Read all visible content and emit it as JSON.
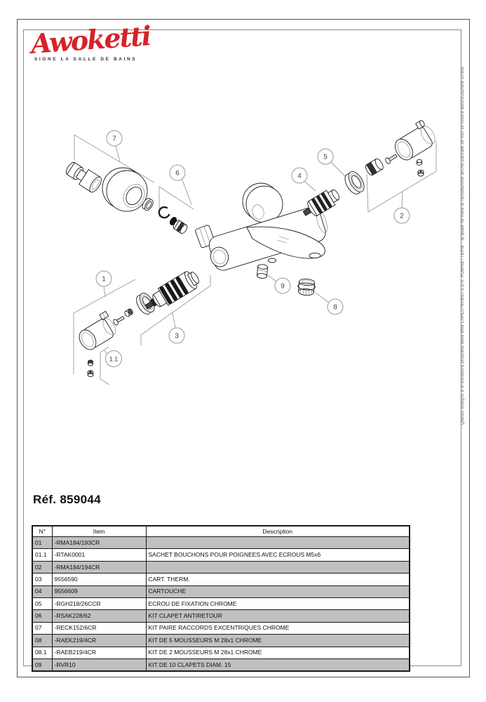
{
  "logo": {
    "script": "Awoketti",
    "tagline": "SIGNE LA SALLE DE BAINS",
    "brand_color": "#d5232a"
  },
  "side_note": "Questo disegno è di esclusiva proprietà della ditta CARLO NOBILI S.p.A. RUBINETTERIE - la quale ne vieta la riproduzione anche parziale se non su nostra autorizzazione scritta",
  "reference": "Réf. 859044",
  "diagram": {
    "callouts": [
      {
        "label": "1"
      },
      {
        "label": "1.1"
      },
      {
        "label": "2"
      },
      {
        "label": "3"
      },
      {
        "label": "4"
      },
      {
        "label": "5"
      },
      {
        "label": "6"
      },
      {
        "label": "7"
      },
      {
        "label": "8"
      },
      {
        "label": "9"
      }
    ]
  },
  "parts_table": {
    "columns": [
      "N°",
      "Item",
      "Description"
    ],
    "shaded_row_color": "#c0c0c0",
    "rows": [
      {
        "n": "01",
        "item": "-RMA184/193CR",
        "description": "",
        "shaded": true
      },
      {
        "n": "01.1",
        "item": "-RTAK0001",
        "description": "SACHET BOUCHONS POUR POIGNEES AVEC ECROUS M5x6",
        "shaded": false
      },
      {
        "n": "02",
        "item": "-RMA184/194CR",
        "description": "",
        "shaded": true
      },
      {
        "n": "03",
        "item": "9556590",
        "description": "CART. THERM.",
        "shaded": false
      },
      {
        "n": "04",
        "item": "9556609",
        "description": "CARTOUCHE",
        "shaded": true
      },
      {
        "n": "05",
        "item": "-RGH218/26CCR",
        "description": "ECROU DE FIXATION CHROME",
        "shaded": false
      },
      {
        "n": "06",
        "item": "-RSAK228/62",
        "description": "KIT CLAPET ANTIRETOUR",
        "shaded": true
      },
      {
        "n": "07",
        "item": "-RECK152/6CR",
        "description": "KIT PAIRE RACCORDS EXCENTRIQUES CHROME",
        "shaded": false
      },
      {
        "n": "08",
        "item": "-RAEK219/4CR",
        "description": "KIT DE 5  MOUSSEURS M 28x1 CHROME",
        "shaded": true
      },
      {
        "n": "08.1",
        "item": "-RAEB219/4CR",
        "description": "KIT DE 2 MOUSSEURS M 28x1 CHROME",
        "shaded": false
      },
      {
        "n": "09",
        "item": "-RVR10",
        "description": "KIT DE 10 CLAPETS DIAM. 15",
        "shaded": true
      }
    ]
  }
}
